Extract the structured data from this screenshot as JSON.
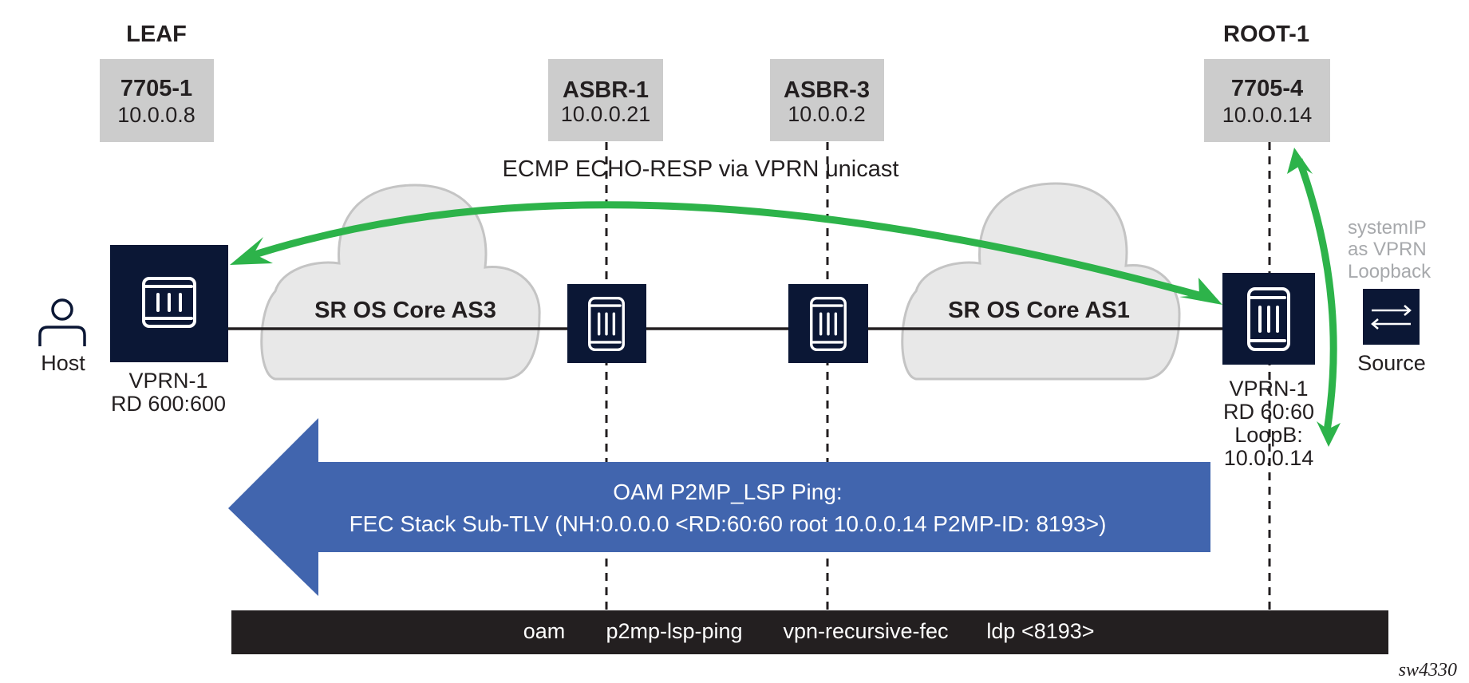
{
  "roles": {
    "leaf": "LEAF",
    "root": "ROOT-1"
  },
  "nodes": [
    {
      "id": "leaf",
      "name": "7705-1",
      "ip": "10.0.0.8"
    },
    {
      "id": "asbr1",
      "name": "ASBR-1",
      "ip": "10.0.0.21"
    },
    {
      "id": "asbr3",
      "name": "ASBR-3",
      "ip": "10.0.0.2"
    },
    {
      "id": "root",
      "name": "7705-4",
      "ip": "10.0.0.14"
    }
  ],
  "clouds": [
    {
      "label": "SR OS Core AS3"
    },
    {
      "label": "SR OS Core AS1"
    }
  ],
  "host": {
    "label": "Host",
    "icon": "person-icon"
  },
  "source": {
    "label": "Source",
    "icon": "bidirectional-arrows-icon"
  },
  "leaf_vprn": {
    "lines": [
      "VPRN-1",
      "RD 600:600"
    ]
  },
  "root_vprn": {
    "lines": [
      "VPRN-1",
      "RD 60:60",
      "LoopB:",
      "10.0.0.14"
    ]
  },
  "echo_resp": {
    "label": "ECMP ECHO-RESP via VPRN unicast",
    "color": "#2db34a"
  },
  "system_ip_note": {
    "lines": [
      "systemIP",
      "as VPRN",
      "Loopback"
    ]
  },
  "ping_arrow": {
    "line1": "OAM P2MP_LSP Ping:",
    "line2": "FEC Stack Sub-TLV (NH:0.0.0.0 <RD:60:60 root 10.0.0.14 P2MP-ID: 8193>)",
    "color": "#4165ae"
  },
  "command_bar": {
    "tokens": [
      "oam",
      "p2mp-lsp-ping",
      "vpn-recursive-fec",
      "ldp <8193>"
    ]
  },
  "figure_id": "sw4330",
  "colors": {
    "router": "#0b1735",
    "node_box": "#cccccc",
    "cloud_fill": "#e8e8e8",
    "green": "#2db34a",
    "blue": "#4165ae"
  }
}
